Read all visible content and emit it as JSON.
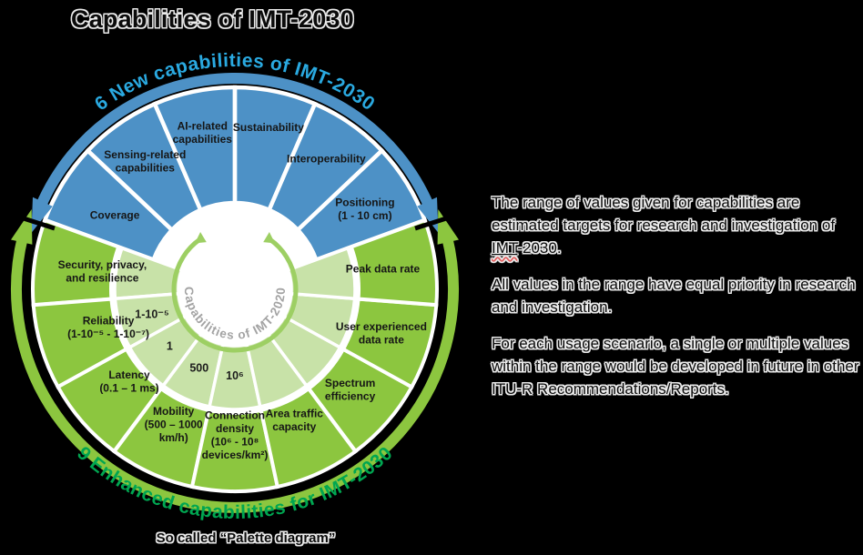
{
  "title": "Capabilities of IMT-2030",
  "wheel": {
    "outer_arcs": {
      "new_label": "6 New capabilities of IMT-2030",
      "enhanced_label": "9 Enhanced capabilities for IMT-2030"
    },
    "center_label": "Capabilities of IMT-2020",
    "new_capabilities": [
      {
        "label_lines": [
          "Coverage"
        ]
      },
      {
        "label_lines": [
          "Sensing-related",
          "capabilities"
        ]
      },
      {
        "label_lines": [
          "AI-related",
          "capabilities"
        ]
      },
      {
        "label_lines": [
          "Sustainability"
        ]
      },
      {
        "label_lines": [
          "Interoperability"
        ]
      },
      {
        "label_lines": [
          "Positioning",
          "(1 - 10 cm)"
        ]
      }
    ],
    "enhanced_capabilities": [
      {
        "label_lines": [
          "Security, privacy,",
          "and resilience"
        ],
        "imt2020_value": ""
      },
      {
        "label_lines": [
          "Reliability",
          "(1-10⁻⁵ - 1-10⁻⁷)"
        ],
        "imt2020_value": "1-10⁻⁵"
      },
      {
        "label_lines": [
          "Latency",
          "(0.1 – 1 ms)"
        ],
        "imt2020_value": "1"
      },
      {
        "label_lines": [
          "Mobility",
          "(500 – 1000",
          "km/h)"
        ],
        "imt2020_value": "500"
      },
      {
        "label_lines": [
          "Connection",
          "density",
          "(10⁶ -  10⁸",
          "devices/km²)"
        ],
        "imt2020_value": "10⁶"
      },
      {
        "label_lines": [
          "Area traffic",
          "capacity"
        ],
        "imt2020_value": ""
      },
      {
        "label_lines": [
          "Spectrum",
          "efficiency"
        ],
        "imt2020_value": ""
      },
      {
        "label_lines": [
          "User experienced",
          "data rate"
        ],
        "imt2020_value": ""
      },
      {
        "label_lines": [
          "Peak data rate"
        ],
        "imt2020_value": ""
      }
    ],
    "colors": {
      "new_segment": "#4d91c6",
      "enhanced_segment": "#8cc63f",
      "enhanced_light_ring": "#c8e2a8",
      "new_arc_text": "#2aa9e0",
      "enhanced_arc_text": "#00a651",
      "center_arc_text": "#a3a3a3",
      "inner_arrow": "#9dcf63",
      "boundary_tick": "#000000"
    }
  },
  "side_text": {
    "paragraph1_before": "The range of values given for capabilities are estimated targets for research and investigation of ",
    "paragraph1_underlined": "IMT",
    "paragraph1_after": "-2030.",
    "paragraph2": "All values in the range have equal priority in research and investigation.",
    "paragraph3": "For each usage scenario, a single or multiple values within the range would be developed in future in other ITU-R Recommendations/Reports."
  },
  "caption": "So called “Palette diagram”"
}
